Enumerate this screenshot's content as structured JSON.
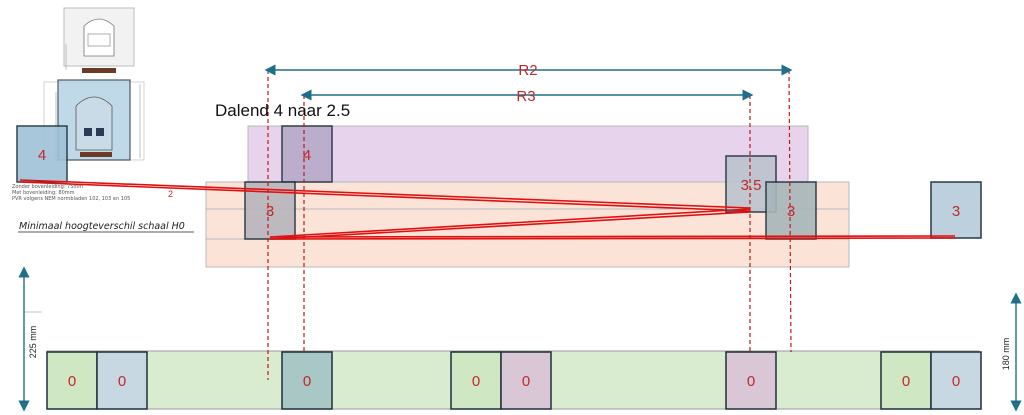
{
  "title": "Dalend 4 naar 2.5",
  "radii": {
    "r2": "R2",
    "r3": "R3"
  },
  "thumbnail": {
    "caption": "Minimaal hoogteverschil schaal H0",
    "notes": [
      "Zonder bovenleiding:  75mm",
      "Met bovenleiding:     80mm",
      "PVR volgens NEM normbladen 102, 103 en 105"
    ],
    "side_label": "2"
  },
  "dimensions": {
    "left": "225 mm",
    "right": "180 mm"
  },
  "boxes": {
    "thumb_level": "4",
    "upper_left": "4",
    "upper_right": "3.5",
    "mid_left": "3",
    "mid_right": "3",
    "far_right": "3",
    "base": [
      "0",
      "0",
      "0",
      "0",
      "0",
      "0",
      "0",
      "0"
    ]
  },
  "colors": {
    "accent_line": "#e01010",
    "dim_arrow": "#1f6f8b",
    "purple_band": "#e8d3ec",
    "peach_band": "#fbe3d7",
    "green_band": "#d9ecd0",
    "box_label": "#c0282d"
  }
}
